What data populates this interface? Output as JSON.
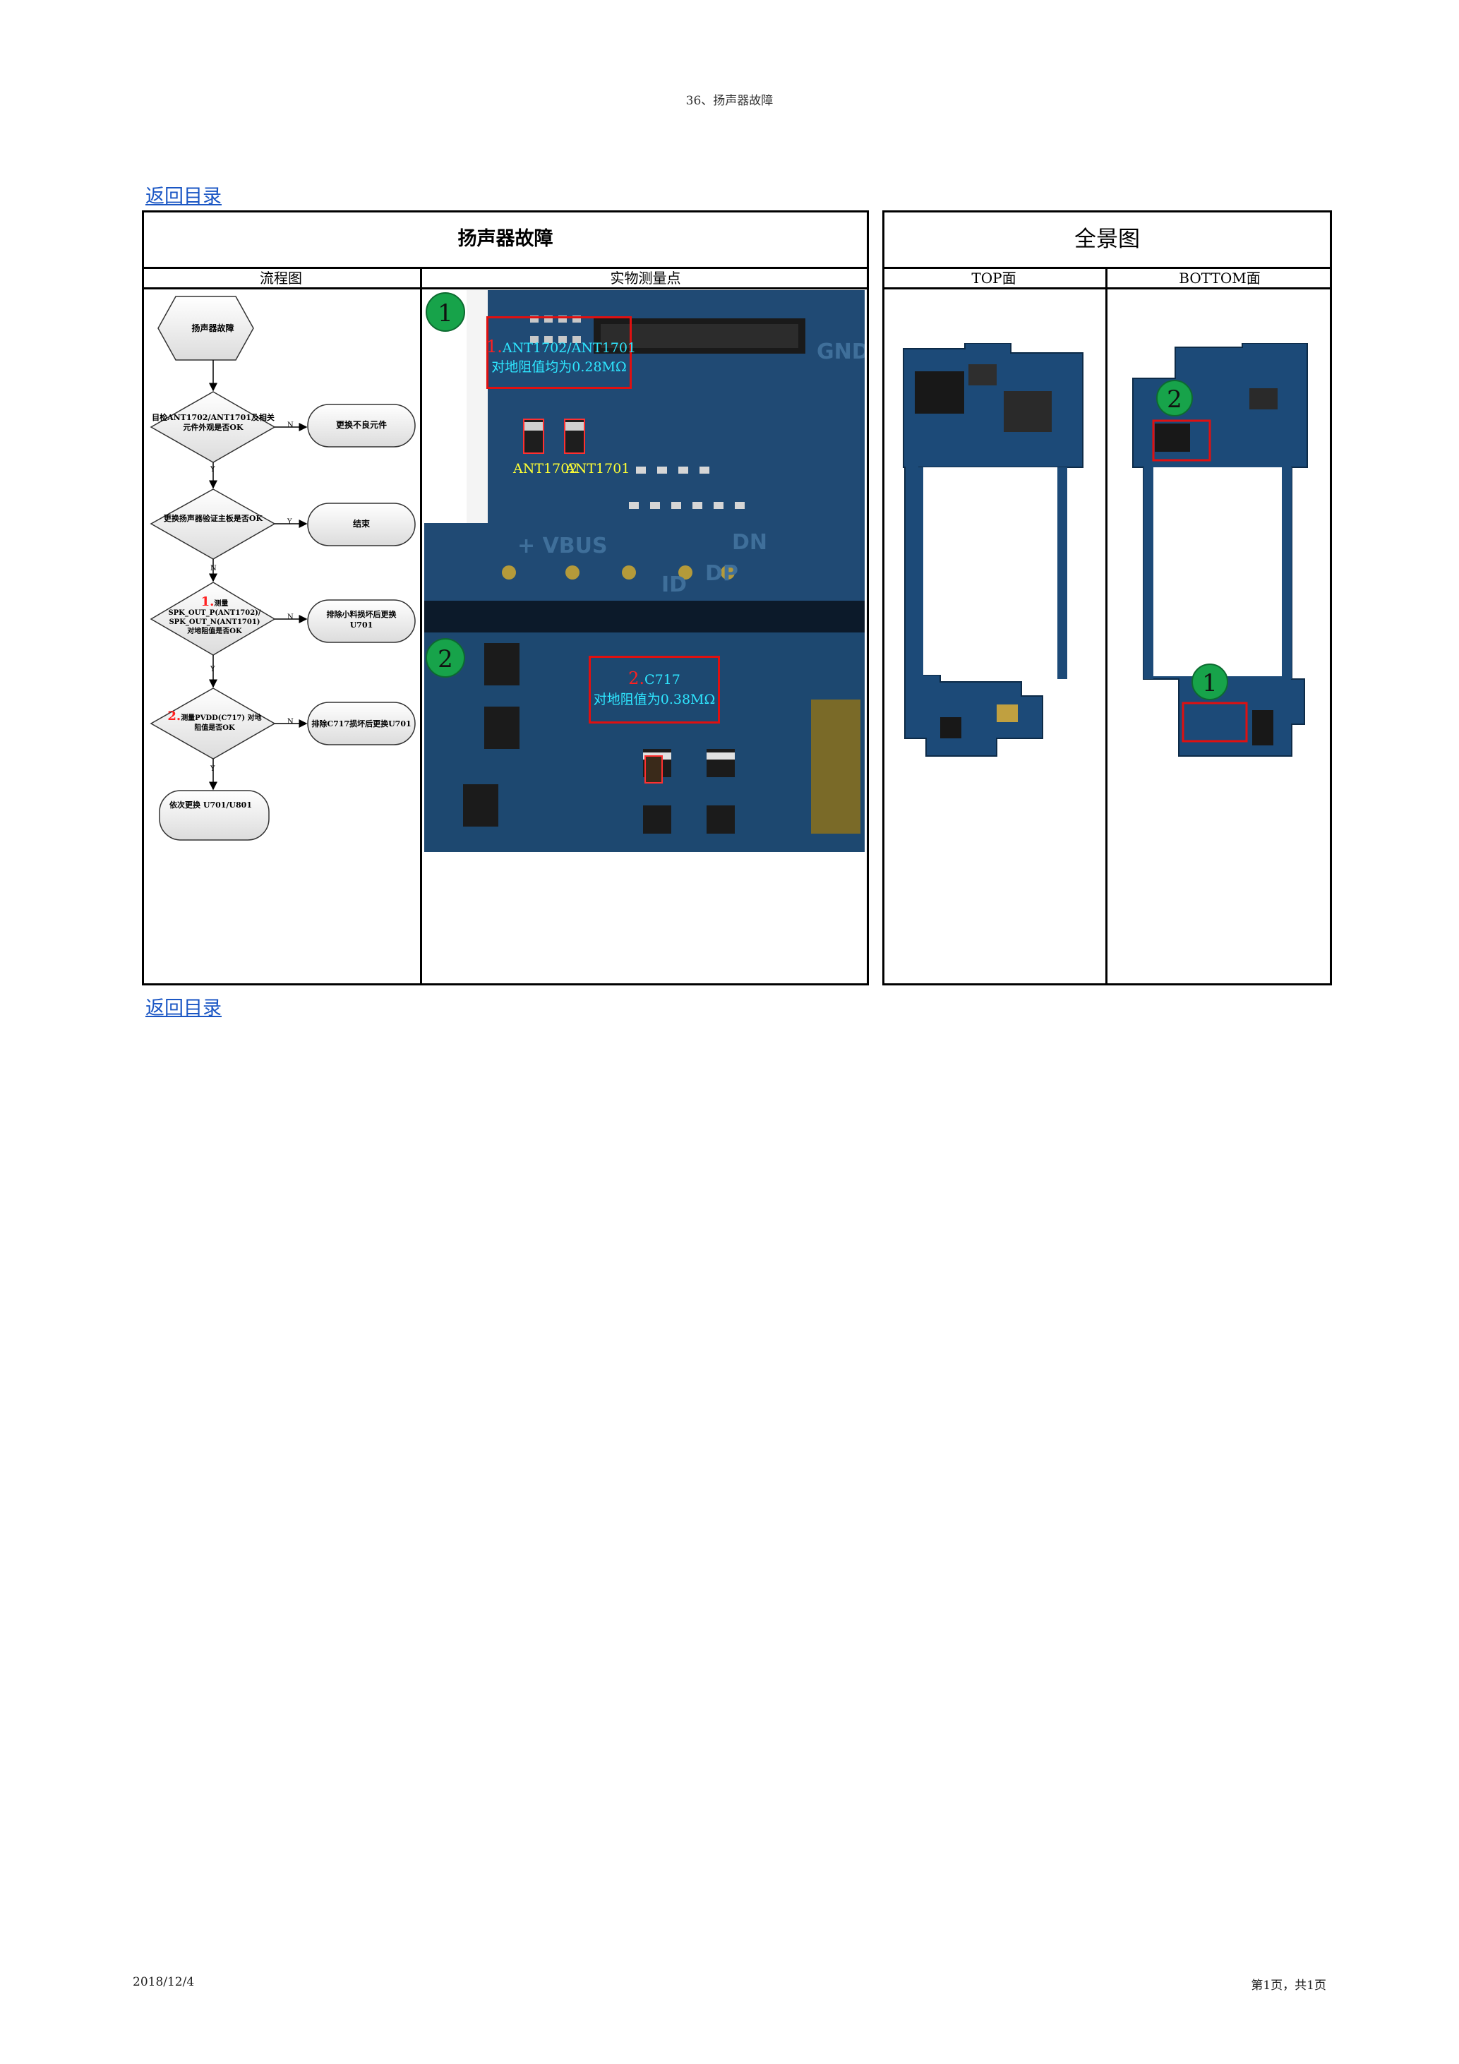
{
  "page_header": "36、扬声器故障",
  "back_link_top": "返回目录",
  "back_link_bottom": "返回目录",
  "left_panel": {
    "title": "扬声器故障",
    "col_flow": "流程图",
    "col_measure": "实物测量点"
  },
  "right_panel": {
    "title": "全景图",
    "col_top": "TOP面",
    "col_bottom": "BOTTOM面"
  },
  "flowchart": {
    "start": "扬声器故障",
    "d1": "目检ANT1702/ANT1701及相关元件外观是否OK",
    "d1_no": "N",
    "d1_yes": "Y",
    "r1": "更换不良元件",
    "d2": "更换扬声器验证主板是否OK",
    "d2_yes": "Y",
    "d2_no": "N",
    "r2": "结束",
    "d3_num": "1.",
    "d3": "测量 SPK_OUT_P(ANT1702)/ SPK_OUT_N(ANT1701) 对地阻值是否OK",
    "d3_no": "N",
    "d3_yes": "Y",
    "r3": "排除小料损坏后更换U701",
    "d4_num": "2.",
    "d4": "测量PVDD(C717) 对地阻值是否OK",
    "d4_no": "N",
    "d4_yes": "Y",
    "r4": "排除C717损坏后更换U701",
    "end": "依次更换 U701/U801"
  },
  "photo": {
    "badge1": "1",
    "badge2": "2",
    "m1_num": "1.",
    "m1_line1": "ANT1702/ANT1701",
    "m1_line2": "对地阻值均为0.28MΩ",
    "label_ant1702": "ANT1702",
    "label_ant1701": "ANT1701",
    "silk_gnd": "GND",
    "silk_vbus": "+ VBUS",
    "silk_dn": "DN",
    "silk_id": "ID",
    "silk_dp": "DP",
    "m2_num": "2.",
    "m2_line1": "C717",
    "m2_line2": "对地阻值为0.38MΩ"
  },
  "overview": {
    "badge1": "1",
    "badge2": "2"
  },
  "footer": {
    "date": "2018/12/4",
    "page": "第1页，共1页"
  },
  "colors": {
    "link": "#1a56c4",
    "pcb": "#1a3f63",
    "highlight_red": "#e01010",
    "badge_green": "#17a34a",
    "measure_text": "#2ee6ff",
    "part_label": "#ffff33"
  }
}
